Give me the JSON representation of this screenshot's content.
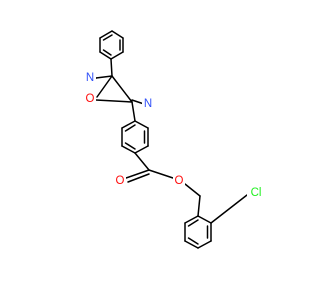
{
  "atoms": {
    "N1": "N",
    "N2": "N",
    "O_ring": "O",
    "O_carbonyl": "O",
    "O_ester": "O",
    "Cl": "Cl"
  },
  "colors": {
    "bond": "#000000",
    "N": "#3050F8",
    "O": "#FF0D0D",
    "Cl": "#1FF01F",
    "background": "#FFFFFF"
  }
}
